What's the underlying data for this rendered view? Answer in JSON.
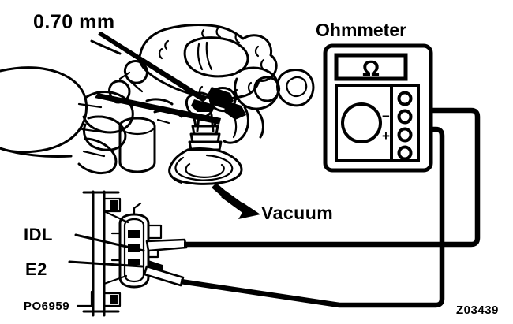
{
  "figure": {
    "title_code": "Z03439",
    "part_code": "PO6959",
    "background_color": "#ffffff",
    "ink_color": "#000000"
  },
  "labels": {
    "clearance": "0.70 mm",
    "meter": "Ohmmeter",
    "vacuum": "Vacuum",
    "terminal_idl": "IDL",
    "terminal_e2": "E2",
    "part_number": "PO6959",
    "figure_code": "Z03439"
  },
  "meter": {
    "name": "Ohmmeter",
    "display_symbol": "Ω",
    "jack_minus_label": "−",
    "jack_plus_label": "+",
    "jack_count": 4,
    "jacks": [
      {
        "index": 1,
        "label": "",
        "connected": false
      },
      {
        "index": 2,
        "label": "−",
        "connected": true
      },
      {
        "index": 3,
        "label": "+",
        "connected": true
      },
      {
        "index": 4,
        "label": "",
        "connected": false
      }
    ]
  },
  "connector": {
    "name": "throttle-position-sensor-connector",
    "terminals": [
      {
        "label": "IDL",
        "lead": "upper"
      },
      {
        "label": "E2",
        "lead": "lower"
      }
    ]
  },
  "annotations": [
    {
      "name": "clearance-callout",
      "text": "0.70 mm",
      "target": "feeler-gauge"
    },
    {
      "name": "vacuum-callout",
      "text": "Vacuum",
      "target": "vacuum-diaphragm"
    }
  ]
}
